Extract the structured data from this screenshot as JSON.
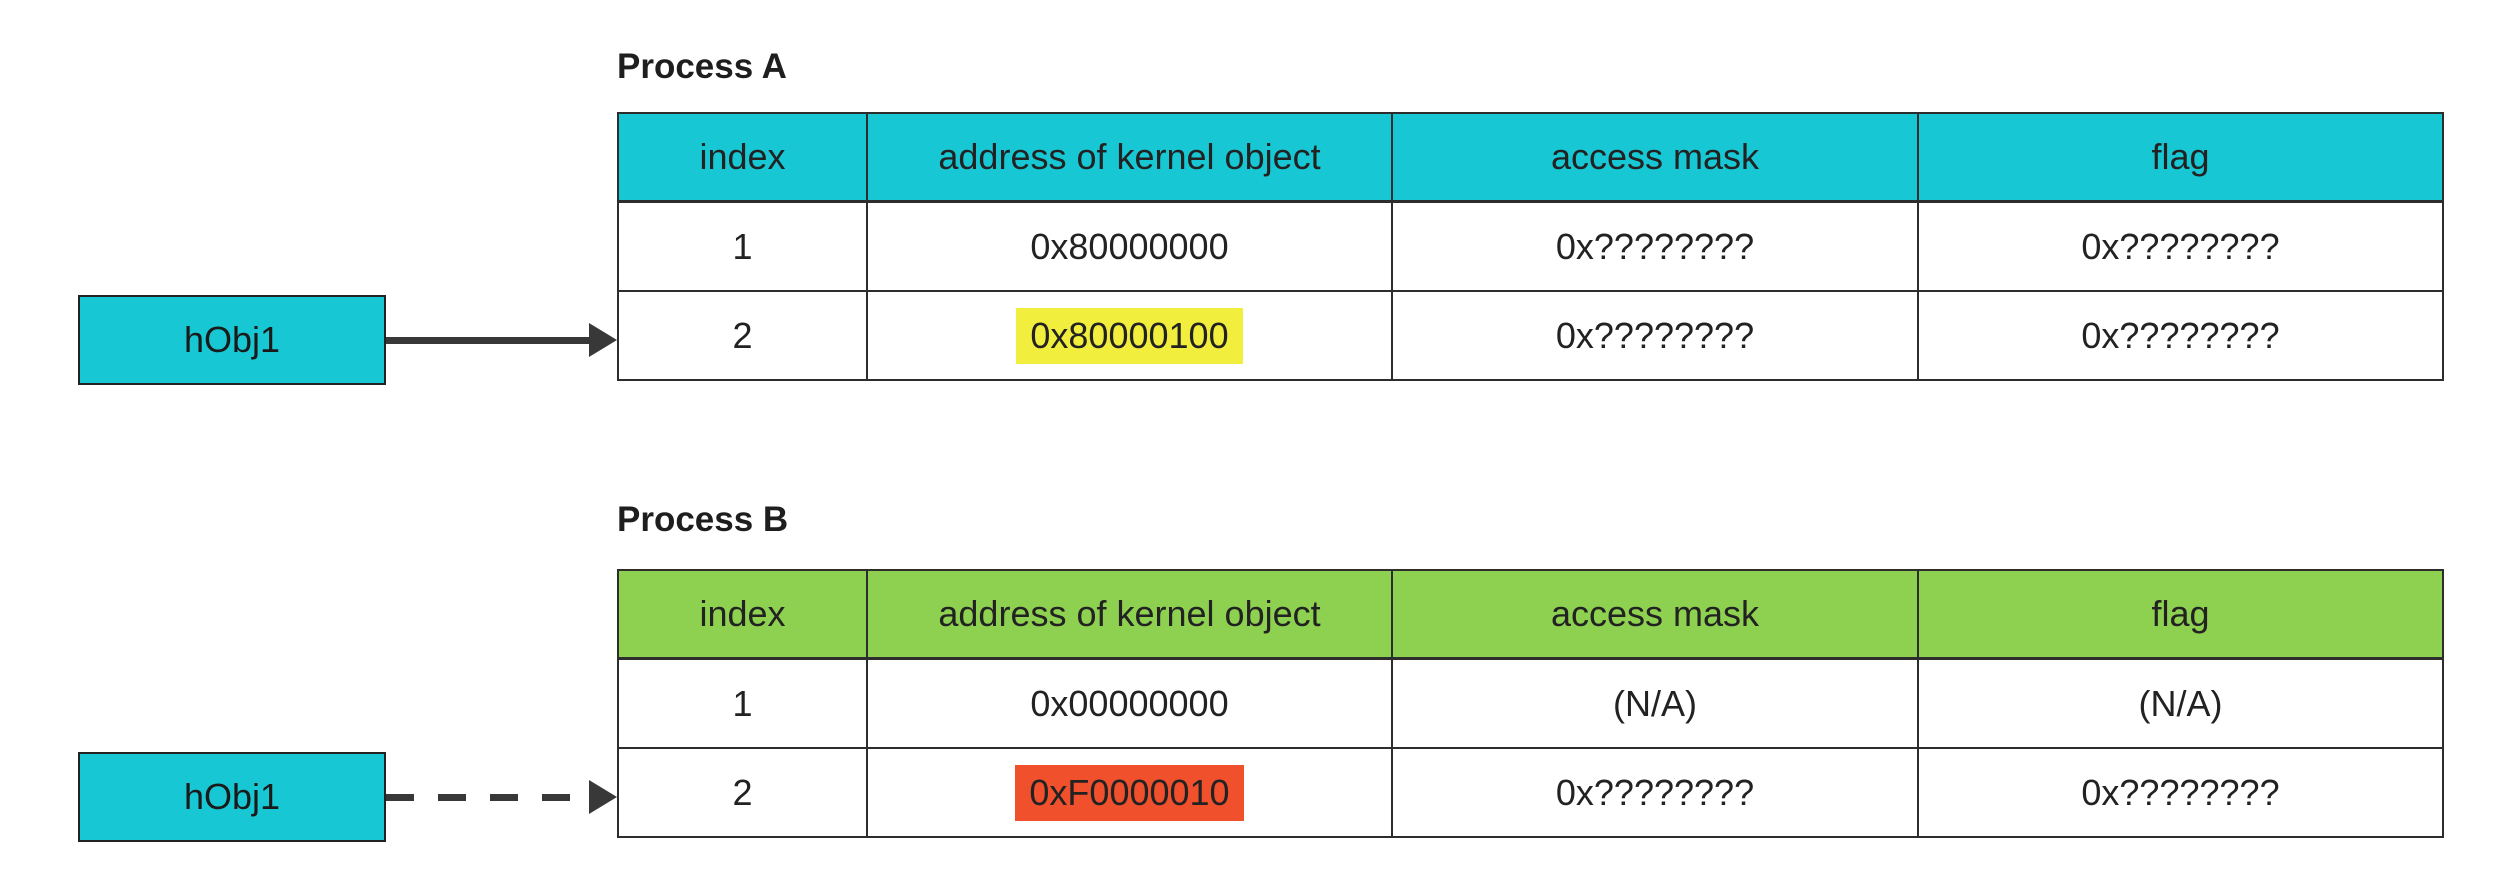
{
  "colors": {
    "turquoise": "#17c7d3",
    "green": "#8ed04f",
    "highlight_yellow": "#f2ee3d",
    "highlight_red": "#f1502c",
    "border": "#2d2d2d",
    "arrow": "#383838",
    "text": "#222222"
  },
  "process_a": {
    "title": "Process A",
    "handle": {
      "label": "hObj1"
    },
    "arrow": {
      "style": "solid"
    },
    "table": {
      "headers": [
        "index",
        "address of kernel object",
        "access mask",
        "flag"
      ],
      "rows": [
        [
          "1",
          "0x80000000",
          "0x????????",
          "0x????????"
        ],
        [
          "2",
          "0x80000100",
          "0x????????",
          "0x????????"
        ]
      ],
      "highlight": {
        "row": 2,
        "column": "address of kernel object",
        "value": "0x80000100",
        "color": "#f2ee3d"
      }
    }
  },
  "process_b": {
    "title": "Process B",
    "handle": {
      "label": "hObj1"
    },
    "arrow": {
      "style": "dashed"
    },
    "table": {
      "headers": [
        "index",
        "address of kernel object",
        "access mask",
        "flag"
      ],
      "rows": [
        [
          "1",
          "0x00000000",
          "(N/A)",
          "(N/A)"
        ],
        [
          "2",
          "0xF0000010",
          "0x????????",
          "0x????????"
        ]
      ],
      "highlight": {
        "row": 2,
        "column": "address of kernel object",
        "value": "0xF0000010",
        "color": "#f1502c"
      }
    }
  }
}
